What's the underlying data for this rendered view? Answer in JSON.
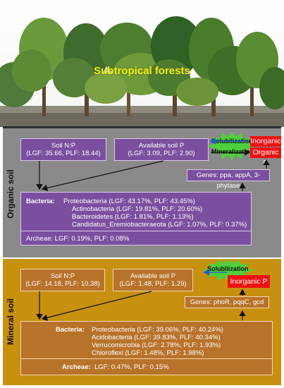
{
  "title": "Subtropical forests",
  "organic": {
    "label": "Organic soil",
    "soil_np": {
      "name": "Soil N:P",
      "values": "(LGF: 35.66, PLF: 18.44)"
    },
    "avail_p": {
      "name": "Available soil P",
      "values": "(LGF: 3.09, PLF: 2.90)"
    },
    "solubilization": "Solubilization",
    "mineralization": "Mineralization",
    "inorganic_p": "Inorganic P",
    "organic_p": "Organic P",
    "genes": "Genes: ppa, appA, 3-phytase",
    "bacteria_label": "Bacteria:",
    "bacteria": [
      "Proteobacteria (LGF: 43.17%, PLF: 43.45%)",
      "Actinobacteria (LGF: 19.81%, PLF: 20.60%)",
      "Bacteroidetes (LGF: 1.81%, PLF: 1.13%)",
      "Candidatus_Eremiobacteraeota (LGF: 1.07%, PLF: 0.37%)"
    ],
    "archeae": "Archeae: LGF: 0.19%, PLF: 0.08%"
  },
  "mineral": {
    "label": "Mineral soil",
    "soil_np": {
      "name": "Soil N:P",
      "values": "(LGF: 14.18, PLF: 10.38)"
    },
    "avail_p": {
      "name": "Available soil P",
      "values": "(LGF: 1.48, PLF: 1.29)"
    },
    "solubilization": "Solubilization",
    "inorganic_p": "Inorganic P",
    "genes": "Genes: phoR, pqqC, gcd",
    "bacteria_label": "Bacteria:",
    "bacteria": [
      "Proteobacteria (LGF: 39.06%, PLF: 40.24%)",
      "Acidobacteria (LGF: 39.83%, PLF: 40.34%)",
      "Verrucomicrobia (LGF: 2.78%, PLF: 1.93%)",
      "Chloroflexi (LGF: 1.48%, PLF: 1.98%)"
    ],
    "archeae_label": "Archeae:",
    "archeae": "LGF: 0.47%, PLF: 0.15%"
  },
  "colors": {
    "organic_bg": "#8a8a8a",
    "mineral_bg": "#c8900f",
    "organic_box": "#7b4fa0",
    "mineral_box": "#b8732a",
    "highlight": "#ee1111",
    "title": "#f2ee10"
  }
}
